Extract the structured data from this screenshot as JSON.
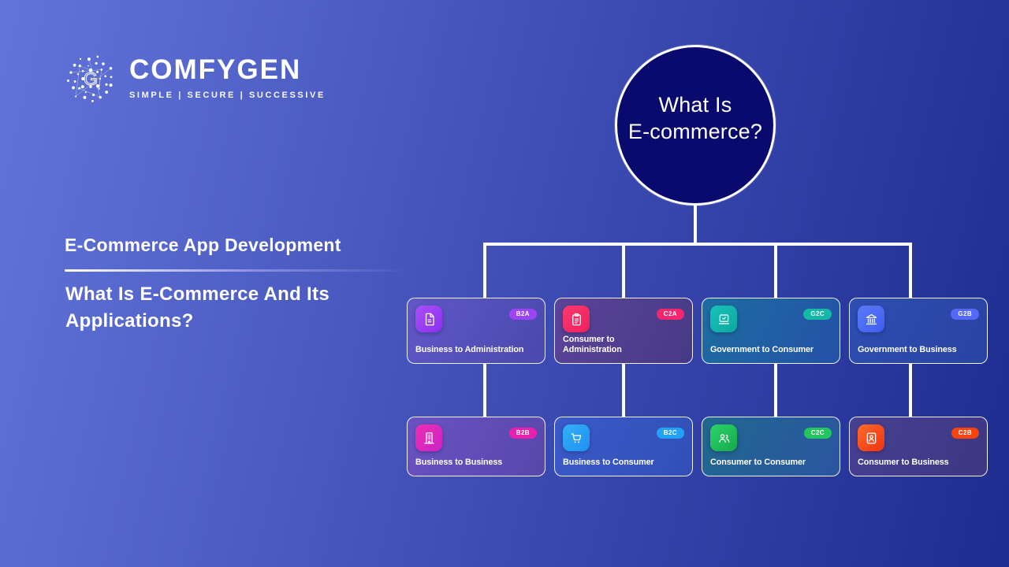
{
  "logo": {
    "brand": "COMFYGEN",
    "tagline": "SIMPLE | SECURE | SUCCESSIVE",
    "mark_letter": "G"
  },
  "headline": {
    "title": "E-Commerce App Development",
    "subtitle": "What Is E-Commerce And Its Applications?"
  },
  "root_node": {
    "line1": "What Is",
    "line2": "E-commerce?",
    "fill": "#0a0a6e"
  },
  "cards": [
    {
      "label": "Business to Administration",
      "badge": "B2A",
      "icon": "file-text-icon",
      "icon_bg": [
        "#ab4ff7",
        "#8b2ff0"
      ],
      "badge_bg": "#9b45f5",
      "card_bg": [
        "#5f58c6",
        "#4a49ae"
      ]
    },
    {
      "label": "Consumer to Administration",
      "badge": "C2A",
      "icon": "clipboard-icon",
      "icon_bg": [
        "#fb3a6e",
        "#ef1e5e"
      ],
      "badge_bg": "#f5256e",
      "card_bg": [
        "#5a4499",
        "#473a85"
      ]
    },
    {
      "label": "Government to Consumer",
      "badge": "G2C",
      "icon": "screen-check-icon",
      "icon_bg": [
        "#16c2b8",
        "#0fa8a0"
      ],
      "badge_bg": "#14b8a6",
      "card_bg": [
        "#1d6da0",
        "#2451a8"
      ]
    },
    {
      "label": "Government to Business",
      "badge": "G2B",
      "icon": "bank-icon",
      "icon_bg": [
        "#5a7bf7",
        "#3f5df0"
      ],
      "badge_bg": "#5468f5",
      "card_bg": [
        "#2e4eb2",
        "#2a43a2"
      ]
    },
    {
      "label": "Business to Business",
      "badge": "B2B",
      "icon": "office-building-icon",
      "icon_bg": [
        "#ee2fb1",
        "#cc22c8"
      ],
      "badge_bg": "#e821ad",
      "card_bg": [
        "#6953c2",
        "#5747ab"
      ]
    },
    {
      "label": "Business to Consumer",
      "badge": "B2C",
      "icon": "cart-icon",
      "icon_bg": [
        "#35b0f7",
        "#1e90f0"
      ],
      "badge_bg": "#22a2f5",
      "card_bg": [
        "#3b5ac9",
        "#3150b6"
      ]
    },
    {
      "label": "Consumer to Consumer",
      "badge": "C2C",
      "icon": "people-icon",
      "icon_bg": [
        "#2bd468",
        "#17a84e"
      ],
      "badge_bg": "#22c55e",
      "card_bg": [
        "#20688f",
        "#2b55a0"
      ]
    },
    {
      "label": "Consumer to Business",
      "badge": "C2B",
      "icon": "id-card-icon",
      "icon_bg": [
        "#ff6a2a",
        "#f0330f"
      ],
      "badge_bg": "#f5440f",
      "card_bg": [
        "#474093",
        "#3d3781"
      ]
    }
  ],
  "colors": {
    "background": [
      "#6274da",
      "#3c4bb2",
      "#1e2c90"
    ],
    "connector": "#fdfdff",
    "node_fill": "#0a0a6e"
  }
}
